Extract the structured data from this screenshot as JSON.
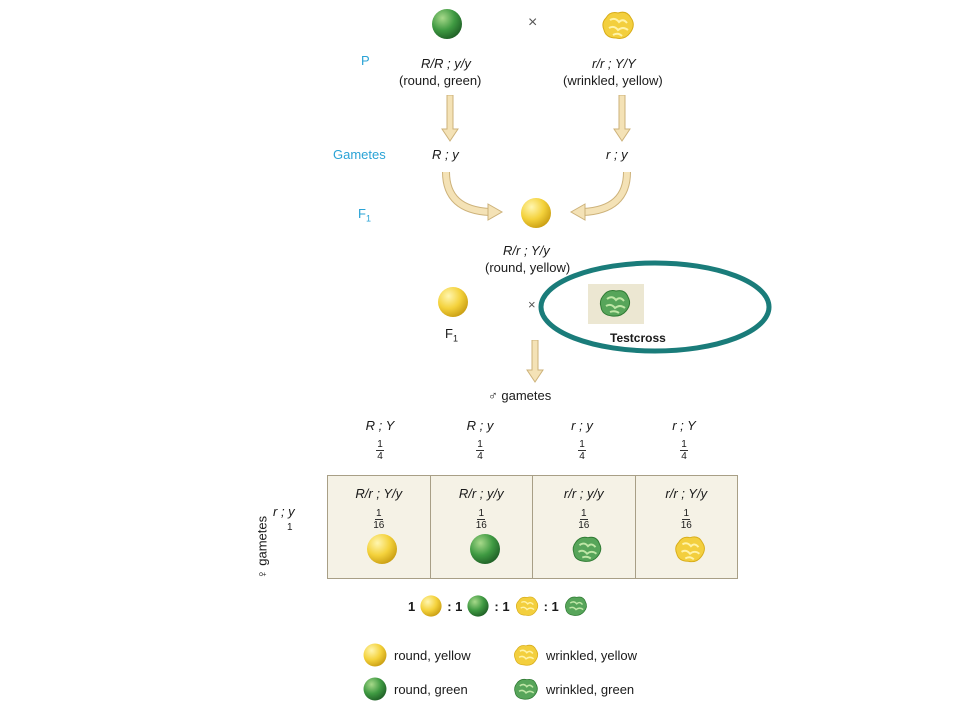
{
  "labels": {
    "p": "P",
    "gametes": "Gametes",
    "f1_gen": "F",
    "f1_sub": "1",
    "f1_bottom": "F",
    "f1_bottom_sub": "1",
    "cross": "×",
    "testcross": "Testcross",
    "male_gametes": "♂ gametes",
    "female_gametes": "♀ gametes"
  },
  "parents": {
    "left_genotype": "R/R ; y/y",
    "left_phenotype": "(round, green)",
    "right_genotype": "r/r ; Y/Y",
    "right_phenotype": "(wrinkled, yellow)",
    "left_gamete": "R ; y",
    "right_gamete": "r ; y"
  },
  "f1": {
    "genotype": "R/r ; Y/y",
    "phenotype": "(round, yellow)"
  },
  "male_gametes": [
    {
      "genotype": "R ; Y",
      "num": "1",
      "den": "4"
    },
    {
      "genotype": "R ; y",
      "num": "1",
      "den": "4"
    },
    {
      "genotype": "r ; y",
      "num": "1",
      "den": "4"
    },
    {
      "genotype": "r ; Y",
      "num": "1",
      "den": "4"
    }
  ],
  "female_gamete": {
    "genotype": "r ; y",
    "value": "1"
  },
  "offspring": [
    {
      "genotype": "R/r ; Y/y",
      "num": "1",
      "den": "16",
      "pea": "round-yellow"
    },
    {
      "genotype": "R/r ; y/y",
      "num": "1",
      "den": "16",
      "pea": "round-green"
    },
    {
      "genotype": "r/r ; y/y",
      "num": "1",
      "den": "16",
      "pea": "wrinkled-green"
    },
    {
      "genotype": "r/r ; Y/y",
      "num": "1",
      "den": "16",
      "pea": "wrinkled-yellow"
    }
  ],
  "ratio": {
    "n1": "1",
    "n2": ": 1",
    "n3": ": 1",
    "n4": ": 1"
  },
  "legend": {
    "round_yellow": "round, yellow",
    "wrinkled_yellow": "wrinkled, yellow",
    "round_green": "round, green",
    "wrinkled_green": "wrinkled, green"
  },
  "colors": {
    "round_yellow": "#f4d23c",
    "round_green": "#3f9a42",
    "wrinkled_yellow": "#f6d64a",
    "wrinkled_green": "#56a85a",
    "highlight_ellipse": "#1a7c7a",
    "label_blue": "#2aa3d6",
    "arrow": "#e2c98f"
  }
}
